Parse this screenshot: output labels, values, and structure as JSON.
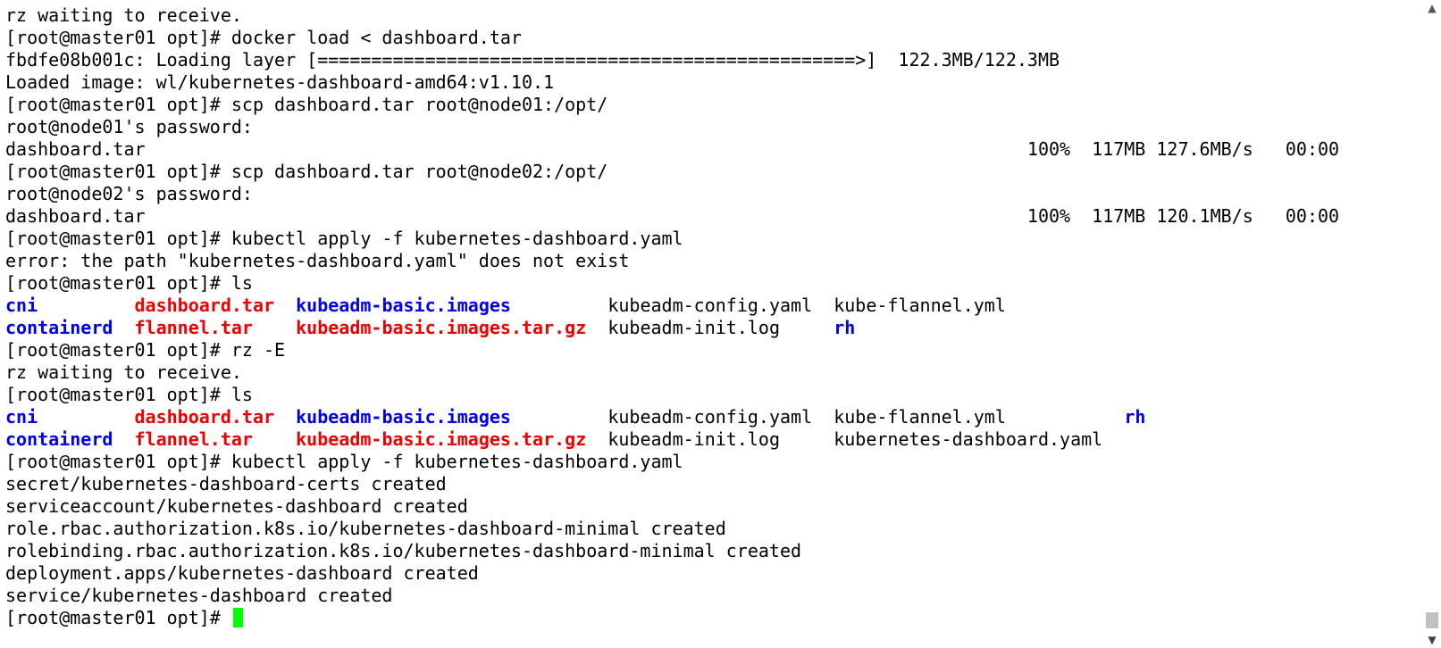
{
  "terminal": {
    "lines": [
      [
        {
          "t": "rz waiting to receive.",
          "c": ""
        }
      ],
      [
        {
          "t": "[root@master01 opt]# docker load < dashboard.tar",
          "c": ""
        }
      ],
      [
        {
          "t": "fbdfe08b001c: Loading layer [==================================================>]  122.3MB/122.3MB",
          "c": ""
        }
      ],
      [
        {
          "t": "Loaded image: wl/kubernetes-dashboard-amd64:v1.10.1",
          "c": ""
        }
      ],
      [
        {
          "t": "[root@master01 opt]# scp dashboard.tar root@node01:/opt/",
          "c": ""
        }
      ],
      [
        {
          "t": "root@node01's password:",
          "c": ""
        }
      ],
      [
        {
          "t": "dashboard.tar                                                                                  100%  117MB 127.6MB/s   00:00",
          "c": ""
        }
      ],
      [
        {
          "t": "[root@master01 opt]# scp dashboard.tar root@node02:/opt/",
          "c": ""
        }
      ],
      [
        {
          "t": "root@node02's password:",
          "c": ""
        }
      ],
      [
        {
          "t": "dashboard.tar                                                                                  100%  117MB 120.1MB/s   00:00",
          "c": ""
        }
      ],
      [
        {
          "t": "[root@master01 opt]# kubectl apply -f kubernetes-dashboard.yaml",
          "c": ""
        }
      ],
      [
        {
          "t": "error: the path \"kubernetes-dashboard.yaml\" does not exist",
          "c": ""
        }
      ],
      [
        {
          "t": "[root@master01 opt]# ls",
          "c": ""
        }
      ],
      [
        {
          "t": "cni",
          "c": "blue"
        },
        {
          "t": "         ",
          "c": ""
        },
        {
          "t": "dashboard.tar",
          "c": "red"
        },
        {
          "t": "  ",
          "c": ""
        },
        {
          "t": "kubeadm-basic.images",
          "c": "blue"
        },
        {
          "t": "         kubeadm-config.yaml  kube-flannel.yml",
          "c": ""
        }
      ],
      [
        {
          "t": "containerd",
          "c": "blue"
        },
        {
          "t": "  ",
          "c": ""
        },
        {
          "t": "flannel.tar",
          "c": "red"
        },
        {
          "t": "    ",
          "c": ""
        },
        {
          "t": "kubeadm-basic.images.tar.gz",
          "c": "red"
        },
        {
          "t": "  kubeadm-init.log     ",
          "c": ""
        },
        {
          "t": "rh",
          "c": "blue"
        }
      ],
      [
        {
          "t": "[root@master01 opt]# rz -E",
          "c": ""
        }
      ],
      [
        {
          "t": "rz waiting to receive.",
          "c": ""
        }
      ],
      [
        {
          "t": "[root@master01 opt]# ls",
          "c": ""
        }
      ],
      [
        {
          "t": "cni",
          "c": "blue"
        },
        {
          "t": "         ",
          "c": ""
        },
        {
          "t": "dashboard.tar",
          "c": "red"
        },
        {
          "t": "  ",
          "c": ""
        },
        {
          "t": "kubeadm-basic.images",
          "c": "blue"
        },
        {
          "t": "         kubeadm-config.yaml  kube-flannel.yml           ",
          "c": ""
        },
        {
          "t": "rh",
          "c": "blue"
        }
      ],
      [
        {
          "t": "containerd",
          "c": "blue"
        },
        {
          "t": "  ",
          "c": ""
        },
        {
          "t": "flannel.tar",
          "c": "red"
        },
        {
          "t": "    ",
          "c": ""
        },
        {
          "t": "kubeadm-basic.images.tar.gz",
          "c": "red"
        },
        {
          "t": "  kubeadm-init.log     kubernetes-dashboard.yaml",
          "c": ""
        }
      ],
      [
        {
          "t": "[root@master01 opt]# kubectl apply -f kubernetes-dashboard.yaml",
          "c": ""
        }
      ],
      [
        {
          "t": "secret/kubernetes-dashboard-certs created",
          "c": ""
        }
      ],
      [
        {
          "t": "serviceaccount/kubernetes-dashboard created",
          "c": ""
        }
      ],
      [
        {
          "t": "role.rbac.authorization.k8s.io/kubernetes-dashboard-minimal created",
          "c": ""
        }
      ],
      [
        {
          "t": "rolebinding.rbac.authorization.k8s.io/kubernetes-dashboard-minimal created",
          "c": ""
        }
      ],
      [
        {
          "t": "deployment.apps/kubernetes-dashboard created",
          "c": ""
        }
      ],
      [
        {
          "t": "service/kubernetes-dashboard created",
          "c": ""
        }
      ]
    ],
    "prompt": "[root@master01 opt]# ",
    "colors": {
      "directory": "#0000ee",
      "archive": "#ee0000",
      "cursor": "#00ff00",
      "background": "#ffffff",
      "foreground": "#000000"
    }
  },
  "scrollbar": {
    "up_icon": "chevron-up-icon",
    "down_icon": "chevron-down-icon",
    "up_glyph": "▲",
    "down_glyph": "▼",
    "position": 1.0
  }
}
